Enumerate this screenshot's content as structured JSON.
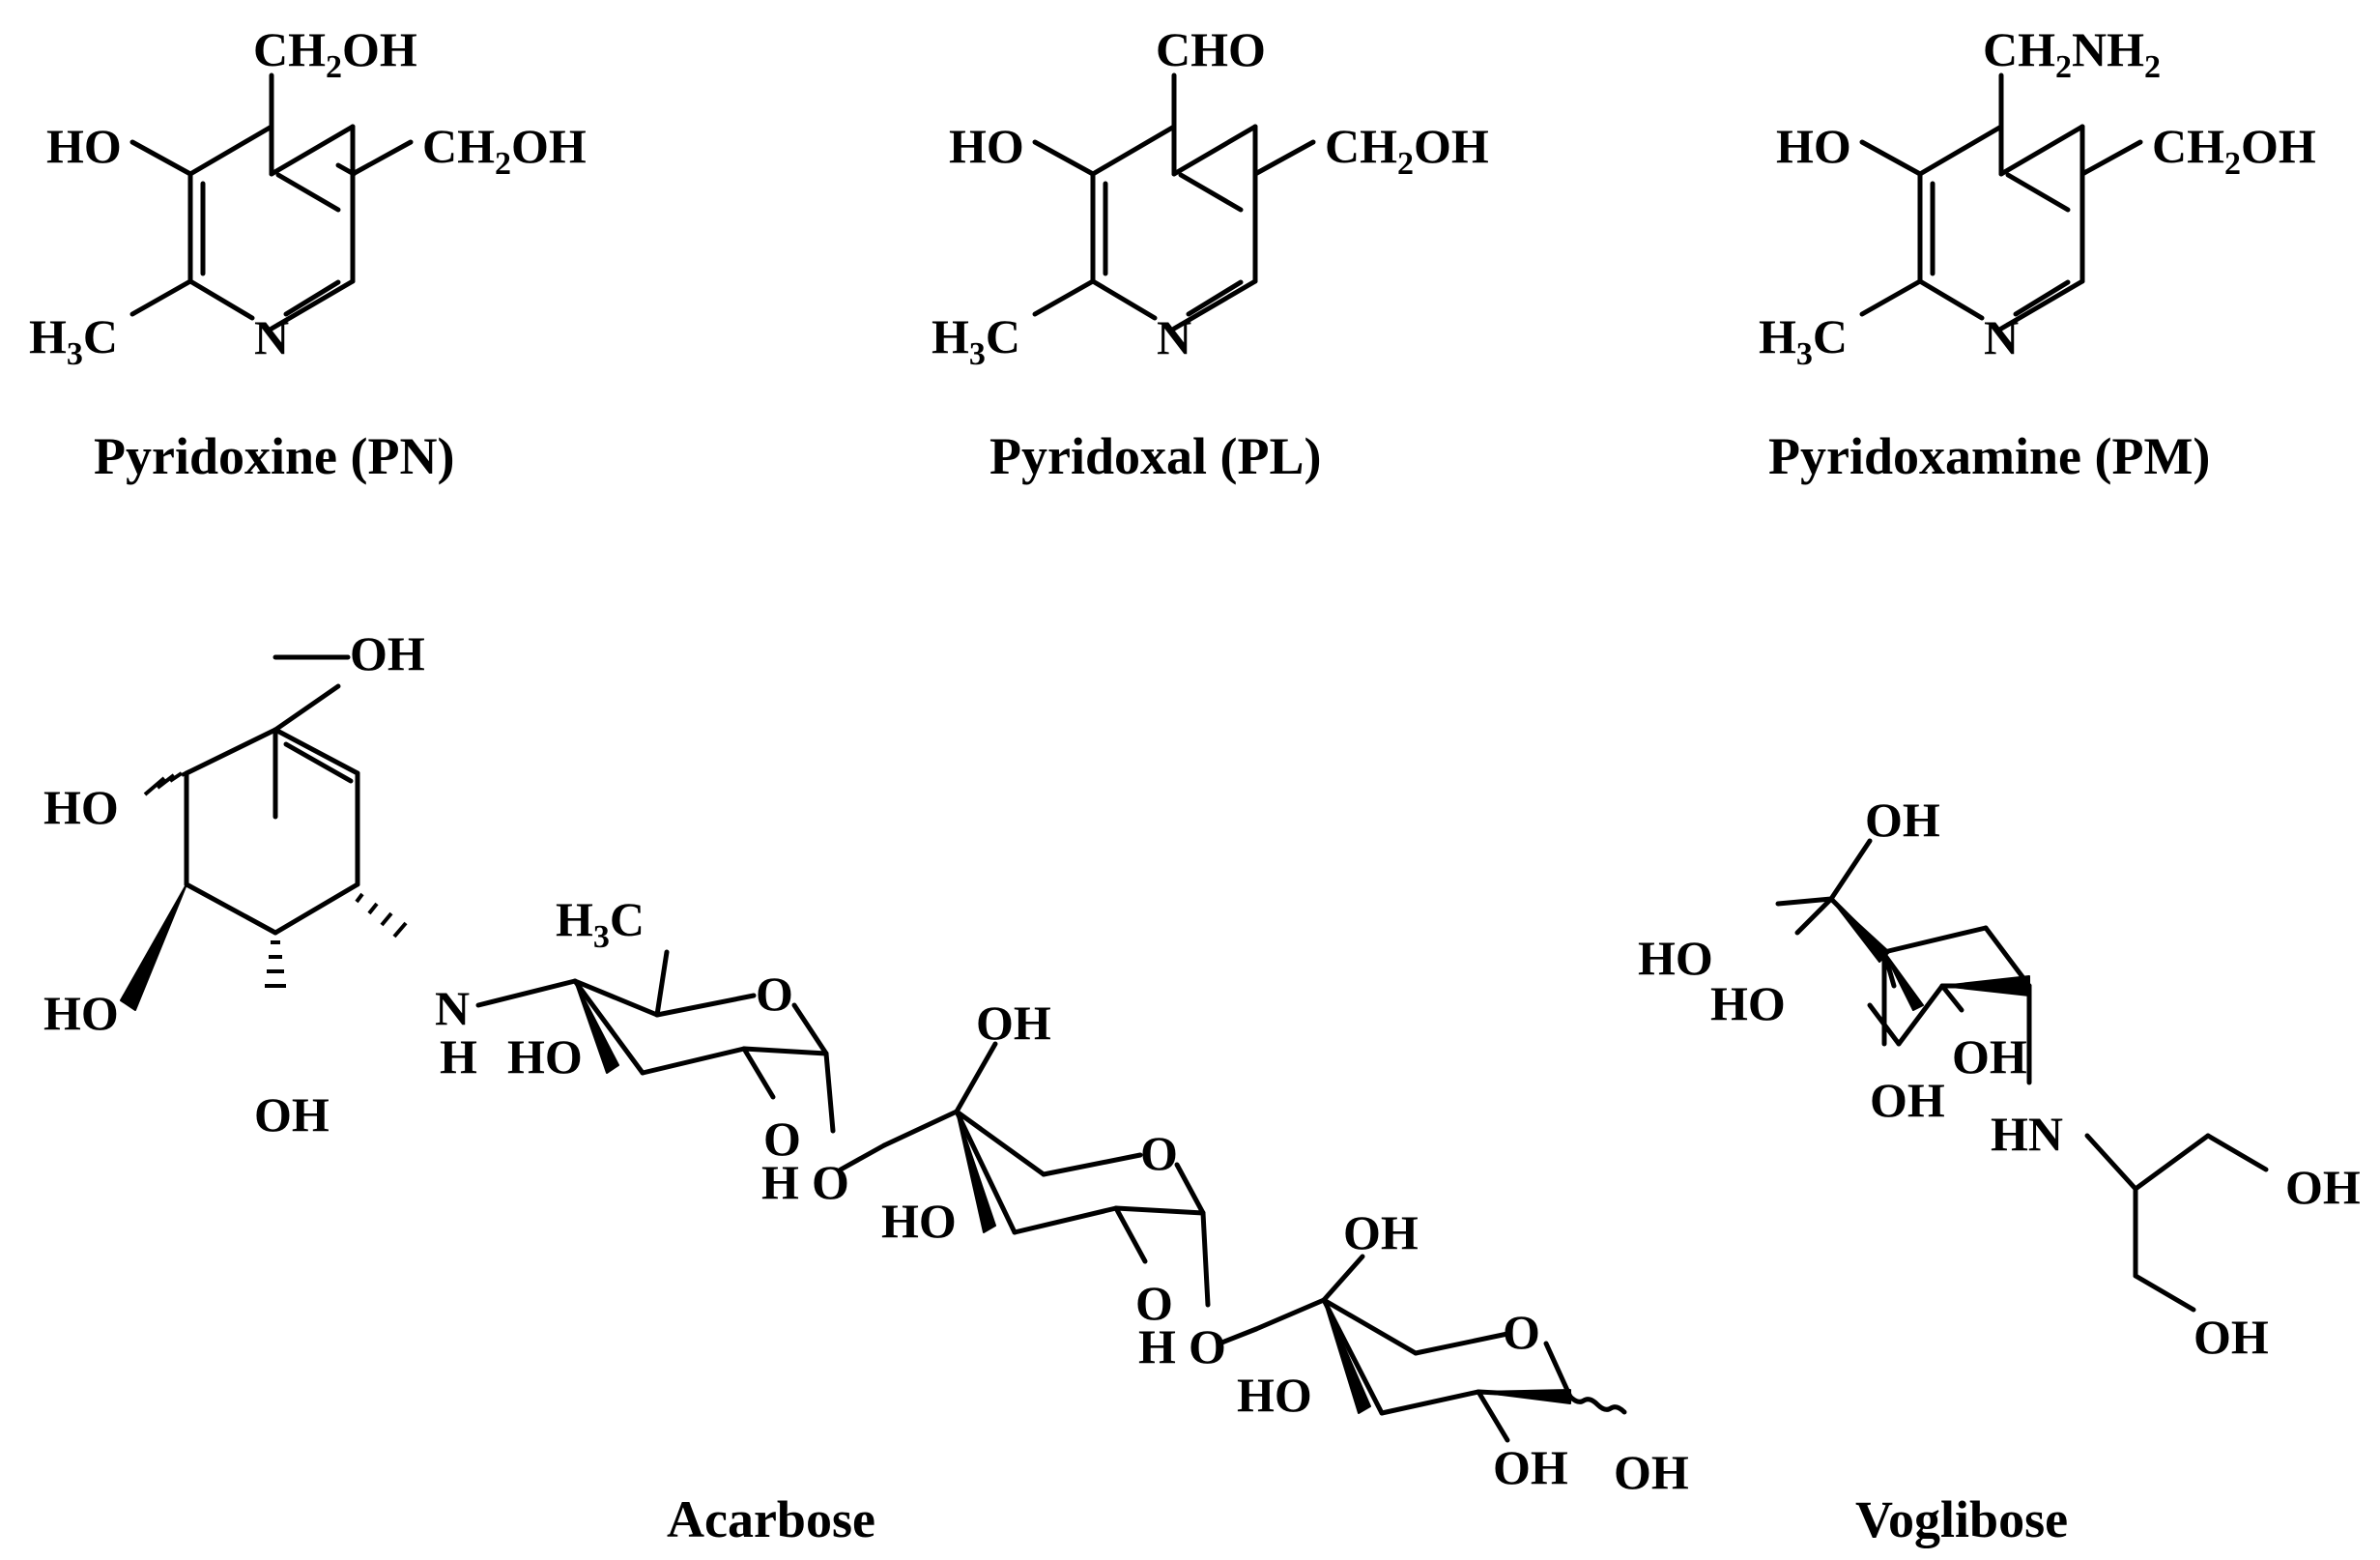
{
  "molecules": {
    "pyridoxine": {
      "name": "Pyridoxine (PN)",
      "sub4": "CH2OH",
      "sub5": "CH2OH",
      "ho": "HO",
      "me": "H3C",
      "n": "N"
    },
    "pyridoxal": {
      "name": "Pyridoxal (PL)",
      "sub4": "CHO",
      "sub5": "CH2OH",
      "ho": "HO",
      "me": "H3C",
      "n": "N"
    },
    "pyridoxamine": {
      "name": "Pyridoxamine (PM)",
      "sub4": "CH2NH2",
      "sub5": "CH2OH",
      "ho": "HO",
      "me": "H3C",
      "n": "N"
    },
    "acarbose": {
      "name": "Acarbose",
      "labels": [
        "OH",
        "HO",
        "HO",
        "OH",
        "N",
        "H",
        "H3C",
        "O",
        "HO",
        "O",
        "H",
        "O",
        "OH",
        "O",
        "HO",
        "O",
        "H",
        "O",
        "OH",
        "O",
        "HO",
        "OH",
        "OH"
      ]
    },
    "voglibose": {
      "name": "Voglibose",
      "labels": [
        "OH",
        "HO",
        "HO",
        "OH",
        "OH",
        "HN",
        "OH",
        "OH"
      ]
    }
  },
  "colors": {
    "ink": "#000000",
    "background": "#ffffff"
  }
}
